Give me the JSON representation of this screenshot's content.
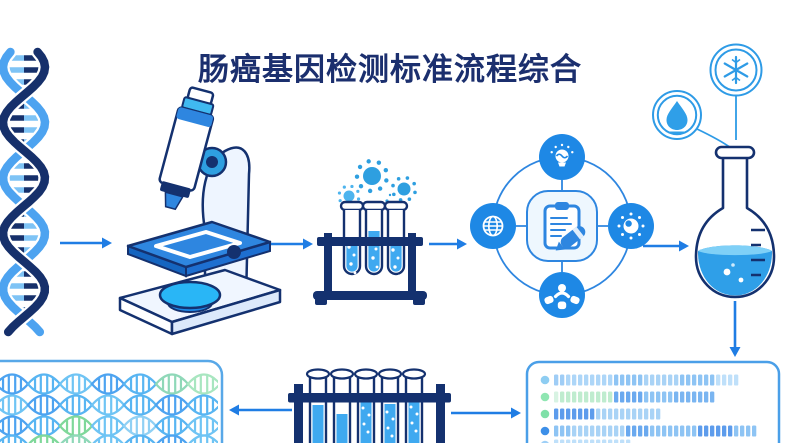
{
  "title": "肠癌基因检测标准流程综合",
  "colors": {
    "title": "#1b2f6e",
    "navy": "#14316f",
    "arrow": "#1f7de4",
    "blue": "#2e86e0",
    "icon_blue": "#1e88e5",
    "cyan": "#3cb9f2",
    "liquid": "#2f9fe8",
    "tube_liquid": "#3fa9f0",
    "badge_blue": "#2e9be6",
    "panel_border_left": "#58a8e8",
    "panel_border_right": "#4a9fe8",
    "helix_dark": "#16306b",
    "helix_light": "#4da3f0",
    "helix_rung_light": "#7ec3f5"
  },
  "icons": [
    "dna-helix",
    "microscope",
    "virus-particles",
    "test-tube-rack",
    "lightbulb-icon",
    "globe-icon",
    "virus-icon",
    "team-icon",
    "clipboard-pen-icon",
    "droplet-icon",
    "snowflake-icon",
    "round-flask",
    "dna-sequence-panel",
    "sequence-data-panel"
  ],
  "dna_panel": {
    "rows": [
      [
        "#4da3f0",
        "#58b5f2",
        "#6fc4f4",
        "#4da3f0",
        "#58b5f2",
        "#8fd8b8",
        "#a8e6c0"
      ],
      [
        "#6fc4f4",
        "#4da3f0",
        "#58b5f2",
        "#6fc4f4",
        "#58b5f2",
        "#4da3f0",
        "#58b5f2"
      ],
      [
        "#4da3f0",
        "#58b5f2",
        "#7fd89a",
        "#6fc4f4",
        "#8fd0f4",
        "#58b5f2",
        "#6fc4f4"
      ],
      [
        "#58b5f2",
        "#7fd89a",
        "#8fd8b8",
        "#6fc4f4",
        "#58b5f2",
        "#4da3f0",
        "#6fc4f4"
      ]
    ]
  },
  "sequence_panel": {
    "rows": [
      {
        "dot": "#8ecdf2",
        "runs": [
          {
            "n": 2,
            "c": "#9fcdf6"
          },
          {
            "n": 8,
            "c": "#add6f8"
          },
          {
            "n": 5,
            "c": "#8ec4f4"
          },
          {
            "n": 6,
            "c": "#a9d3f6"
          },
          {
            "n": 6,
            "c": "#8ec4f4"
          },
          {
            "n": 4,
            "c": "#bfe0fa"
          }
        ]
      },
      {
        "dot": "#8fe6b2",
        "runs": [
          {
            "n": 1,
            "c": "#d8f3e3"
          },
          {
            "n": 9,
            "c": "#bfeccf"
          },
          {
            "n": 5,
            "c": "#6aa9ef"
          },
          {
            "n": 5,
            "c": "#8ec4f4"
          },
          {
            "n": 7,
            "c": "#7ab5f1"
          }
        ]
      },
      {
        "dot": "#7fe0a8",
        "runs": [
          {
            "n": 7,
            "c": "#5d9cec"
          },
          {
            "n": 11,
            "c": "#a9d3f6"
          }
        ]
      },
      {
        "dot": "#3d8fe8",
        "runs": [
          {
            "n": 3,
            "c": "#8ec4f4"
          },
          {
            "n": 9,
            "c": "#a9d3f6"
          },
          {
            "n": 4,
            "c": "#6aa9ef"
          },
          {
            "n": 8,
            "c": "#8ec4f4"
          },
          {
            "n": 6,
            "c": "#5d9cec"
          },
          {
            "n": 4,
            "c": "#8ec4f4"
          }
        ]
      },
      {
        "dot": "#9fd0f7",
        "runs": [
          {
            "n": 13,
            "c": "#bfe0fa"
          }
        ]
      }
    ]
  }
}
